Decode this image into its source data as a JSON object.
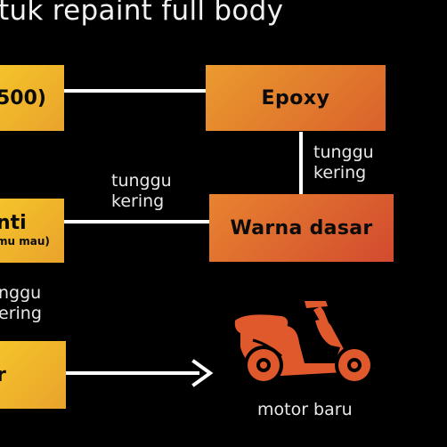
{
  "title": "tuk repaint full body",
  "boxes": {
    "top_left": "500)",
    "epoxy": "Epoxy",
    "mid_left_main": "nti",
    "mid_left_sub": "mu mau)",
    "warna": "Warna dasar",
    "bottom_left": "r"
  },
  "labels": {
    "wait_right_1": "tunggu",
    "wait_right_2": "kering",
    "wait_mid_1": "tunggu",
    "wait_mid_2": "kering",
    "wait_left_1": "nggu",
    "wait_left_2": "ering",
    "result": "motor baru"
  },
  "colors": {
    "yellow": "#f5c42a",
    "orange": "#e07a2e",
    "red_orange": "#d24a2f",
    "motor": "#e0592d"
  },
  "icons": [
    "motorcycle-icon"
  ]
}
